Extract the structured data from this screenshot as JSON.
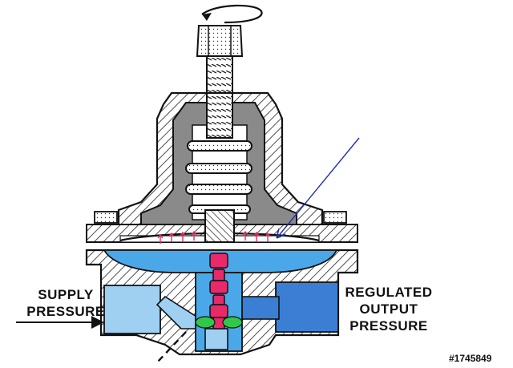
{
  "labels": {
    "supply_line1": "SUPPLY",
    "supply_line2": "PRESSURE",
    "output_line1": "REGULATED",
    "output_line2": "OUTPUT",
    "output_line3": "PRESSURE",
    "image_id": "#1745849"
  },
  "colors": {
    "outline": "#111111",
    "cap_gray": "#8a8a8a",
    "outlet_blue": "#3a7fd4",
    "chamber_blue": "#4aa8e8",
    "light_blue": "#9fd0f2",
    "valve_pink": "#e8296a",
    "seat_green": "#2fc84a",
    "leader_blue": "#1f2fb0"
  }
}
